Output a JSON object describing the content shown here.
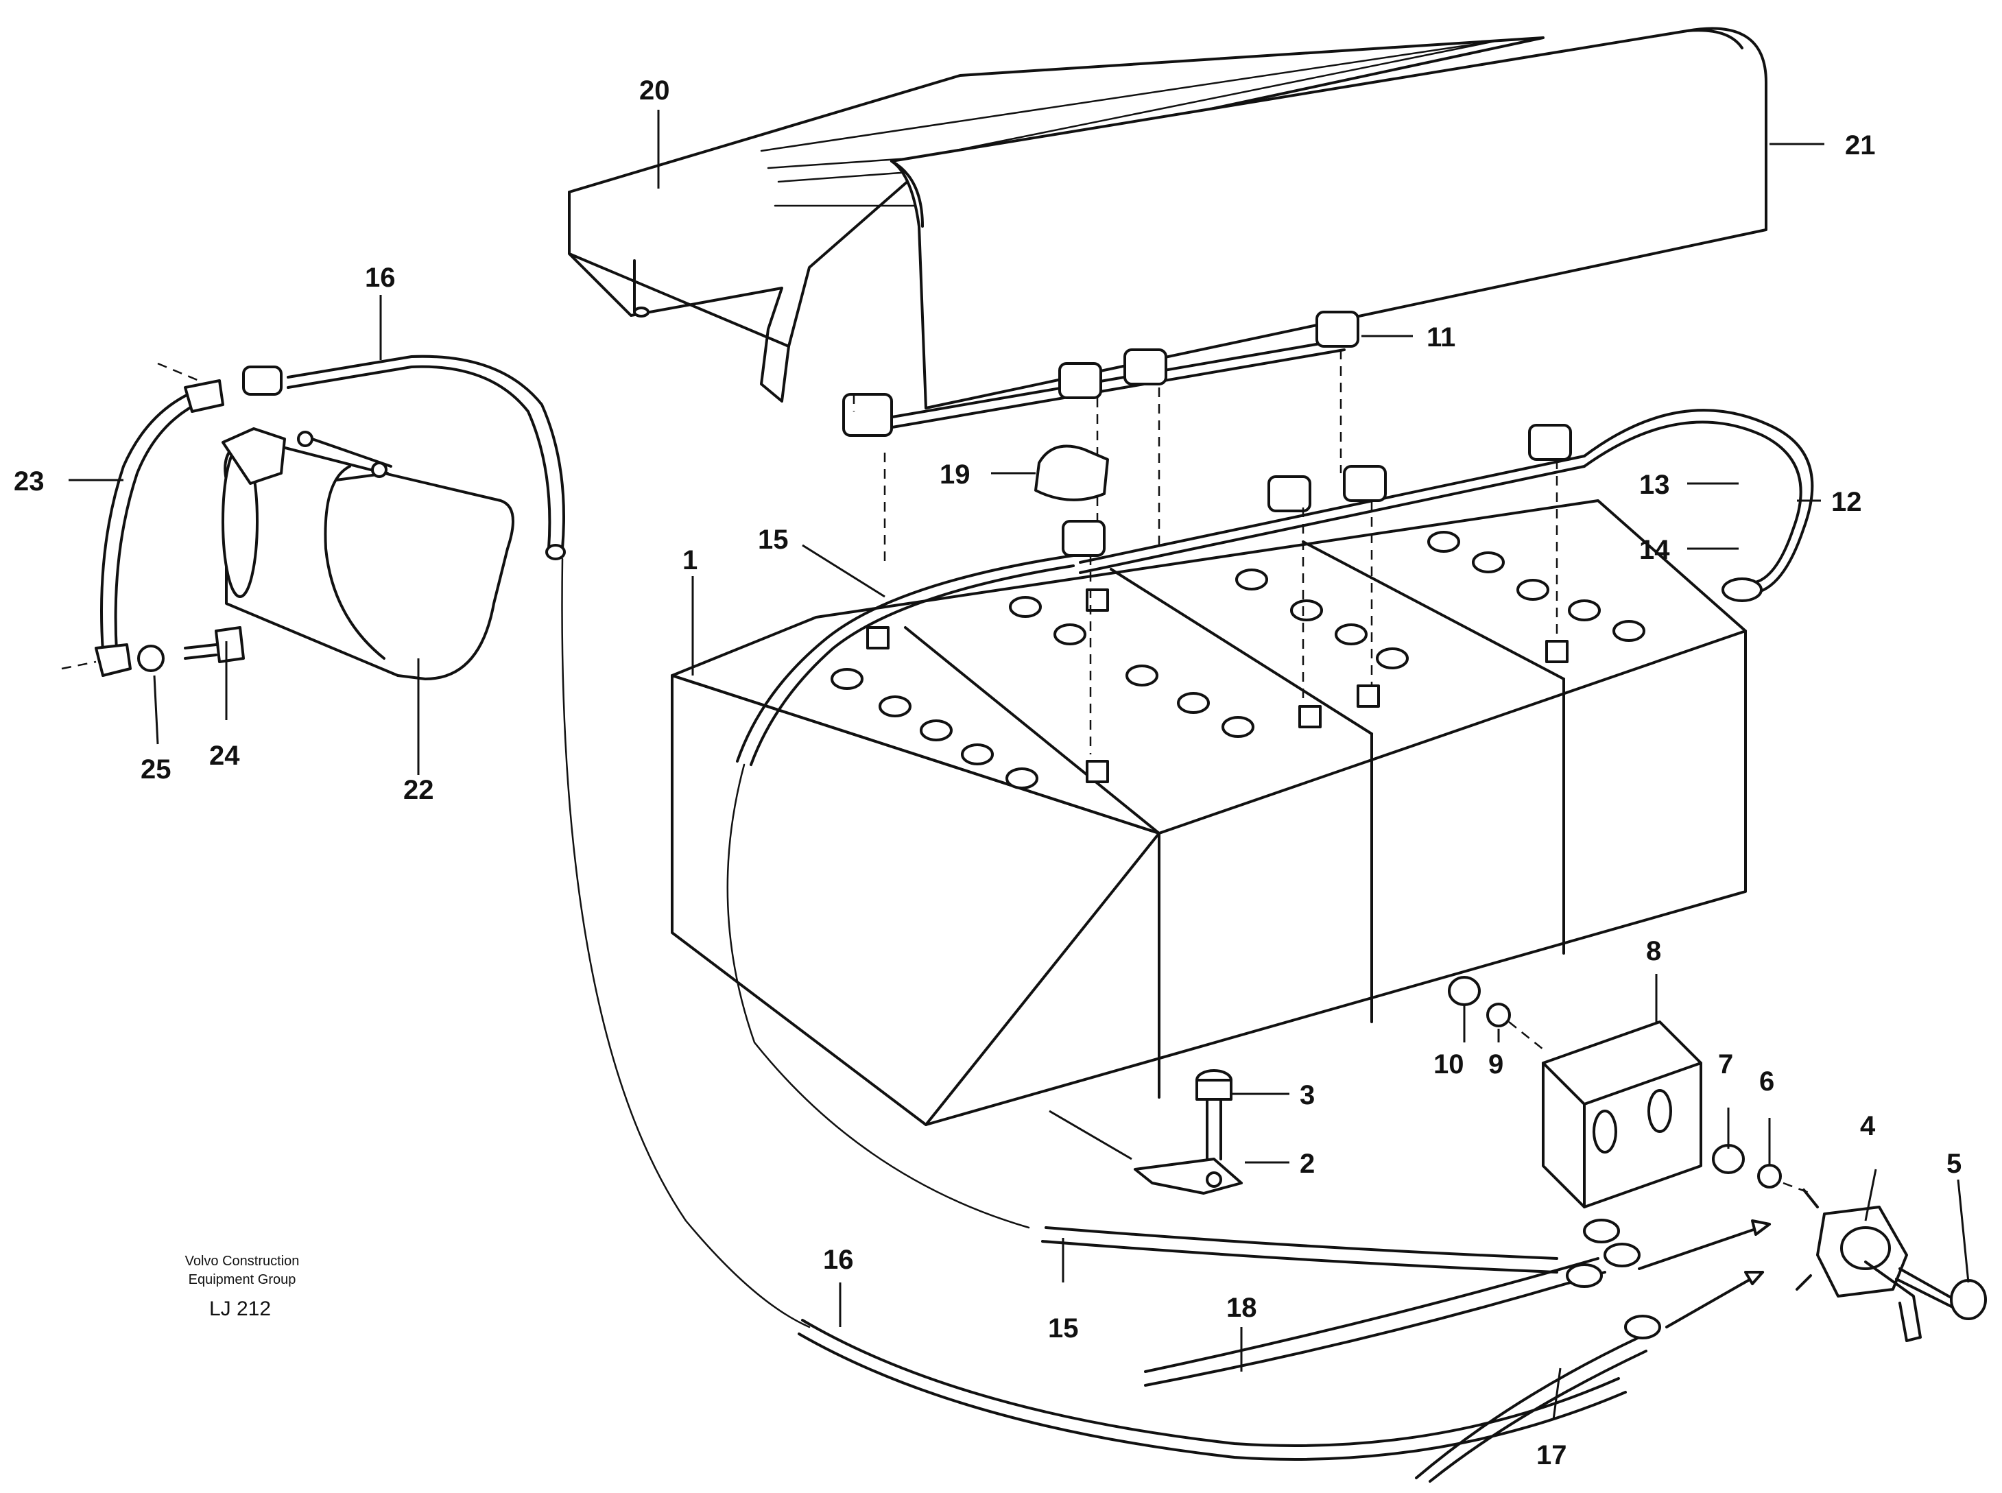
{
  "diagram": {
    "callouts": [
      "1",
      "2",
      "3",
      "4",
      "5",
      "6",
      "7",
      "8",
      "9",
      "10",
      "11",
      "12",
      "13",
      "14",
      "15",
      "15",
      "16",
      "16",
      "17",
      "18",
      "19",
      "20",
      "21",
      "22",
      "23",
      "24",
      "25"
    ],
    "caption": {
      "line1": "Volvo Construction",
      "line2": "Equipment Group",
      "code": "LJ 212"
    },
    "colors": {
      "ink": "#111111",
      "paper": "#ffffff"
    }
  }
}
